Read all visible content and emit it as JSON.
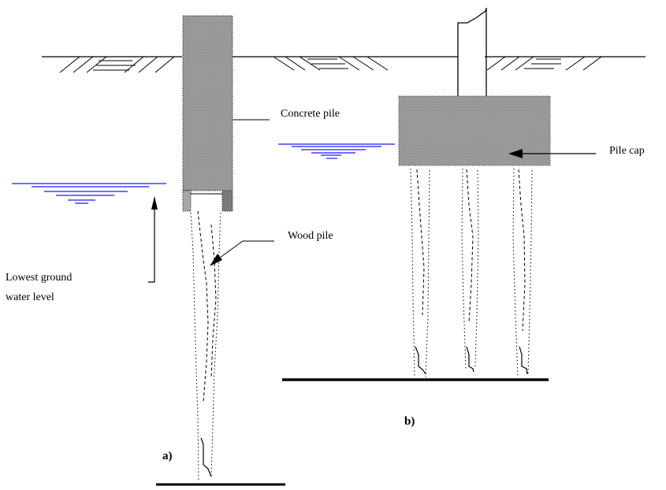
{
  "diagram": {
    "type": "engineering-cross-section",
    "subject": "Concrete pile on wood pile vs. pile cap on wood piles",
    "colors": {
      "concrete": "#9a9a9a",
      "water": "#1a1aff",
      "line": "#000000",
      "background": "#ffffff"
    },
    "labels": {
      "concrete_pile": "Concrete pile",
      "wood_pile": "Wood pile",
      "pile_cap": "Pile cap",
      "groundwater_line1": "Lowest ground",
      "groundwater_line2": "water level",
      "sub_a": "a)",
      "sub_b": "b)"
    },
    "panels": [
      {
        "id": "a",
        "caption": "a)",
        "description": "Concrete pile extending below ground, seated on a single wood pile below lowest ground water level"
      },
      {
        "id": "b",
        "caption": "b)",
        "description": "Column on pile cap supported by three wood piles"
      }
    ],
    "wood_piles_in_b": 3
  }
}
